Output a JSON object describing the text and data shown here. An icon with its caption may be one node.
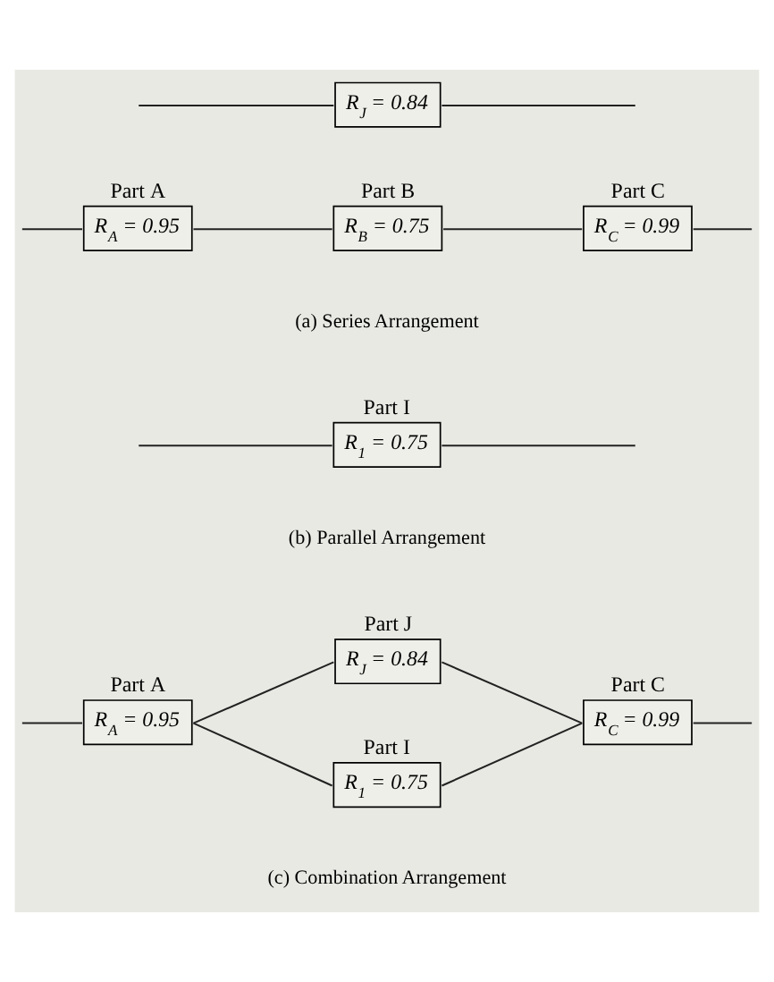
{
  "diagram": {
    "nodes": [
      {
        "text": [
          "Part A",
          "R$_{A}$ = 0.95"
        ]
      },
      {
        "text": [
          "Part B",
          "R$_{B}$ = 0.75"
        ]
      },
      {
        "text": [
          "Part C",
          "R$_{C}$ = 0.99"
        ]
      },
      {
        "text": [
          "Part I",
          "R$_{1}$ = 0.75"
        ]
      },
      {
        "text": [
          "R$_{J}$ = 0.84"
        ]
      },
      {
        "text": [
          "Part A",
          "R$_{A}$ = 0.95"
        ]
      },
      {
        "text": [
          "Part I",
          "R$_{1}$ = 0.75"
        ]
      },
      {
        "text": [
          "Part J",
          "R$_{J}$ = 0.84"
        ]
      },
      {
        "text": [
          "Part C",
          "R$_{C}$ = 0.99"
        ]
      }
    ],
    "edges": [
      {
        "from": null,
        "to": 0,
        "arrow": "none"
      },
      {
        "from": 0,
        "to": 1,
        "arrow": "none"
      },
      {
        "from": 1,
        "to": 2,
        "arrow": "none"
      },
      {
        "from": 2,
        "to": null,
        "arrow": "none"
      },
      {
        "from": null,
        "to": 3,
        "arrow": "none"
      },
      {
        "from": null,
        "to": 4,
        "arrow": "none"
      },
      {
        "from": 3,
        "to": null,
        "arrow": "none"
      },
      {
        "from": 4,
        "to": null,
        "arrow": "none"
      },
      {
        "from": null,
        "to": 5,
        "arrow": "none"
      },
      {
        "from": 5,
        "to": 6,
        "arrow": "none"
      },
      {
        "from": 5,
        "to": 7,
        "arrow": "none"
      },
      {
        "from": 6,
        "to": 8,
        "arrow": "none"
      },
      {
        "from": 7,
        "to": 8,
        "arrow": "none"
      },
      {
        "from": 8,
        "to": null,
        "arrow": "none"
      }
    ],
    "labels": [
      "(a) Series Arrangement",
      "(b) Parallel Arrangement",
      "(c) Combination Arrangement"
    ]
  }
}
